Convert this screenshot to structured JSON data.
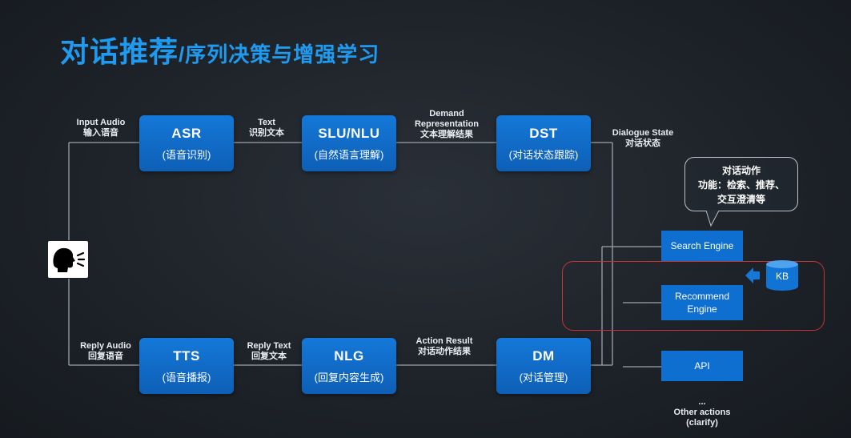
{
  "title": {
    "main": "对话推荐",
    "sub": "/序列决策与增强学习"
  },
  "boxes": {
    "asr": {
      "main": "ASR",
      "cn": "(语音识别)"
    },
    "slu": {
      "main": "SLU/NLU",
      "cn": "(自然语言理解)"
    },
    "dst": {
      "main": "DST",
      "cn": "(对话状态跟踪)"
    },
    "tts": {
      "main": "TTS",
      "cn": "(语音播报)"
    },
    "nlg": {
      "main": "NLG",
      "cn": "(回复内容生成)"
    },
    "dm": {
      "main": "DM",
      "cn": "(对话管理)"
    }
  },
  "labels": {
    "input_audio": {
      "en": "Input Audio",
      "cn": "输入语音"
    },
    "text": {
      "en": "Text",
      "cn": "识别文本"
    },
    "demand": {
      "en1": "Demand",
      "en2": "Representation",
      "cn": "文本理解结果"
    },
    "dialogue_state": {
      "en": "Dialogue State",
      "cn": "对话状态"
    },
    "reply_audio": {
      "en": "Reply Audio",
      "cn": "回复语音"
    },
    "reply_text": {
      "en": "Reply Text",
      "cn": "回复文本"
    },
    "action_result": {
      "en": "Action Result",
      "cn": "对话动作结果"
    }
  },
  "bubble": {
    "line1": "对话动作",
    "line2": "功能：检索、推荐、",
    "line3": "交互澄清等"
  },
  "actions": {
    "search": "Search Engine",
    "recommend_1": "Recommend",
    "recommend_2": "Engine",
    "api": "API",
    "kb": "KB",
    "other_dots": "...",
    "other_1": "Other actions",
    "other_2": "(clarify)"
  },
  "icons": {
    "speaker": "speaking-head-icon",
    "kb": "database-icon"
  },
  "colors": {
    "title": "#1e9bf0",
    "box": "#1478d8",
    "highlight": "#c83232"
  }
}
